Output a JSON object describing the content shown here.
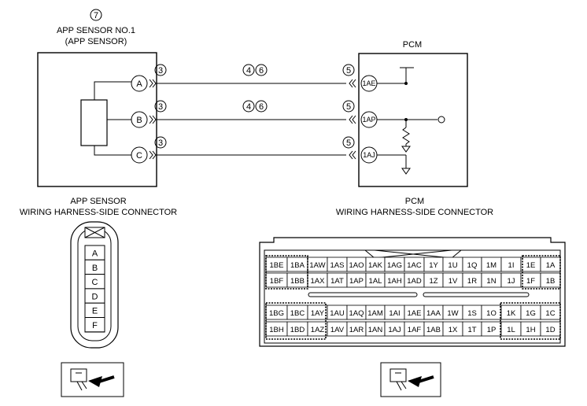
{
  "schematic": {
    "sensor_ref": "7",
    "sensor_title": "APP SENSOR NO.1",
    "sensor_subtitle": "(APP SENSOR)",
    "pcm_title": "PCM",
    "sensor_terminals": [
      "A",
      "B",
      "C"
    ],
    "pcm_terminals": [
      "1AE",
      "1AP",
      "1AJ"
    ],
    "harness_ref_sensor": "3",
    "harness_ref_pcm": "5",
    "mid_refs": [
      "4",
      "6"
    ]
  },
  "sensor_connector": {
    "title_line1": "APP SENSOR",
    "title_line2": "WIRING HARNESS-SIDE CONNECTOR",
    "pins": [
      "A",
      "B",
      "C",
      "D",
      "E",
      "F"
    ]
  },
  "pcm_connector": {
    "title_line1": "PCM",
    "title_line2": "WIRING HARNESS-SIDE CONNECTOR",
    "rows": [
      [
        "1BE",
        "1BA",
        "1AW",
        "1AS",
        "1AO",
        "1AK",
        "1AG",
        "1AC",
        "1Y",
        "1U",
        "1Q",
        "1M",
        "1I",
        "1E",
        "1A"
      ],
      [
        "1BF",
        "1BB",
        "1AX",
        "1AT",
        "1AP",
        "1AL",
        "1AH",
        "1AD",
        "1Z",
        "1V",
        "1R",
        "1N",
        "1J",
        "1F",
        "1B"
      ],
      [
        "1BG",
        "1BC",
        "1AY",
        "1AU",
        "1AQ",
        "1AM",
        "1AI",
        "1AE",
        "1AA",
        "1W",
        "1S",
        "1O",
        "1K",
        "1G",
        "1C"
      ],
      [
        "1BH",
        "1BD",
        "1AZ",
        "1AV",
        "1AR",
        "1AN",
        "1AJ",
        "1AF",
        "1AB",
        "1X",
        "1T",
        "1P",
        "1L",
        "1H",
        "1D"
      ]
    ]
  },
  "icons": [
    "connector-plug-icon",
    "connector-plug-icon"
  ]
}
